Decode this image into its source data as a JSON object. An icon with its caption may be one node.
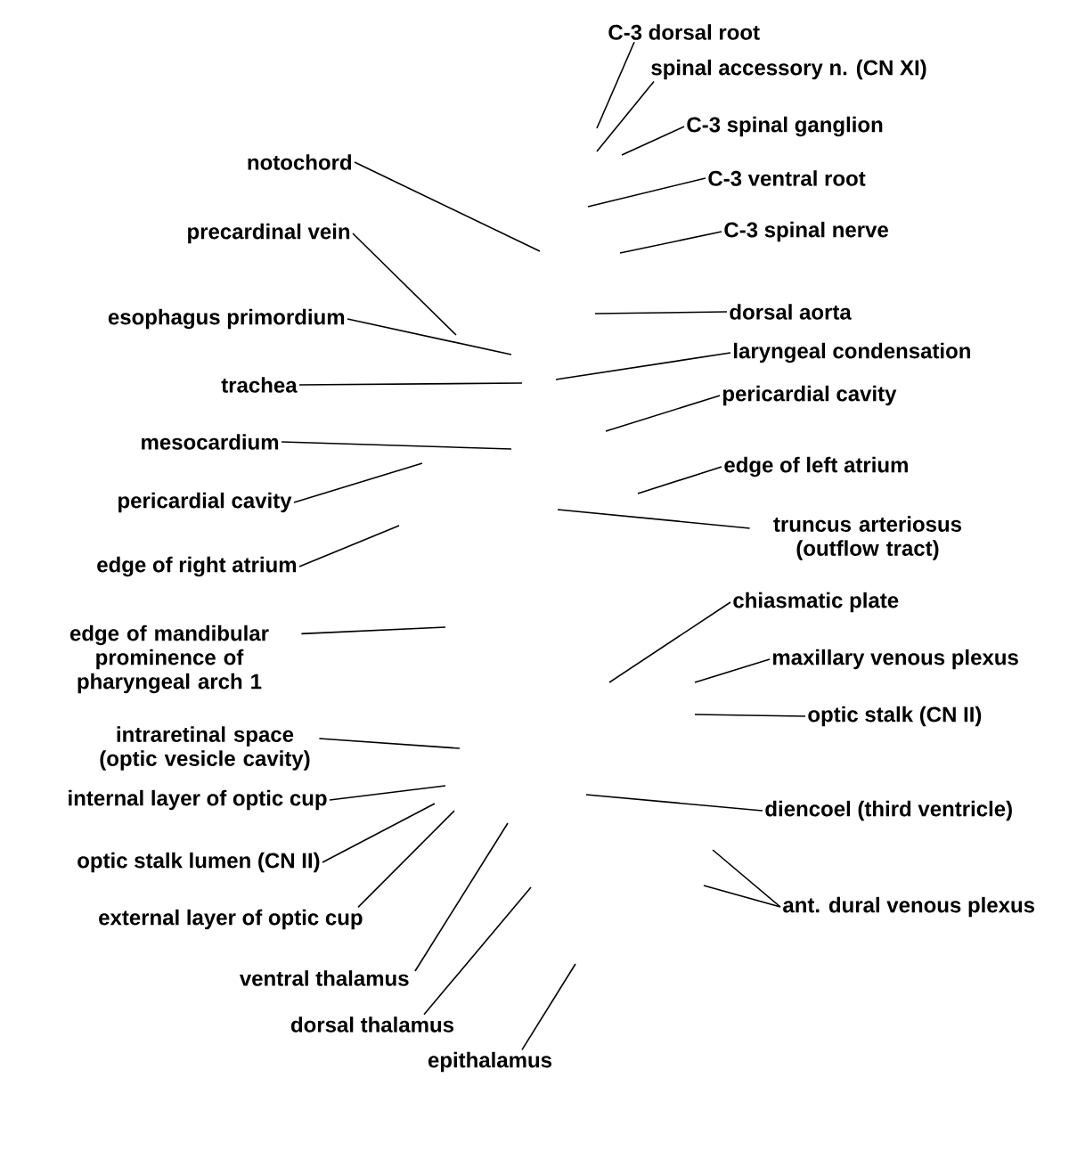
{
  "diagram": {
    "nodes": [
      {
        "text": [
          "C-3 dorsal root"
        ]
      },
      {
        "text": [
          "spinal accessory n. (CN XI)"
        ]
      },
      {
        "text": [
          "C-3 spinal ganglion"
        ]
      },
      {
        "text": [
          "notochord"
        ]
      },
      {
        "text": [
          "C-3 ventral root"
        ]
      },
      {
        "text": [
          "precardinal vein"
        ]
      },
      {
        "text": [
          "C-3 spinal nerve"
        ]
      },
      {
        "text": [
          "dorsal aorta"
        ]
      },
      {
        "text": [
          "esophagus primordium"
        ]
      },
      {
        "text": [
          "laryngeal condensation"
        ]
      },
      {
        "text": [
          "trachea"
        ]
      },
      {
        "text": [
          "pericardial cavity"
        ]
      },
      {
        "text": [
          "mesocardium"
        ]
      },
      {
        "text": [
          "edge of left atrium"
        ]
      },
      {
        "text": [
          "pericardial cavity"
        ]
      },
      {
        "text": [
          "truncus arteriosus (outflow tract)"
        ]
      },
      {
        "text": [
          "edge of right atrium"
        ]
      },
      {
        "text": [
          "chiasmatic plate"
        ]
      },
      {
        "text": [
          "edge of mandibular prominence of pharyngeal arch 1"
        ]
      },
      {
        "text": [
          "maxillary venous plexus"
        ]
      },
      {
        "text": [
          "optic stalk (CN II)"
        ]
      },
      {
        "text": [
          "intraretinal space (optic vesicle cavity)"
        ]
      },
      {
        "text": [
          "internal layer of optic cup"
        ]
      },
      {
        "text": [
          "diencoel (third ventricle)"
        ]
      },
      {
        "text": [
          "optic stalk lumen (CN II)"
        ]
      },
      {
        "text": [
          "ant. dural venous plexus"
        ]
      },
      {
        "text": [
          "external layer of optic cup"
        ]
      },
      {
        "text": [
          "ventral thalamus"
        ]
      },
      {
        "text": [
          "dorsal thalamus"
        ]
      },
      {
        "text": [
          "epithalamus"
        ]
      }
    ],
    "edges": [
      {
        "from": 0,
        "to": null,
        "arrow": "none"
      },
      {
        "from": 1,
        "to": null,
        "arrow": "none"
      },
      {
        "from": 2,
        "to": null,
        "arrow": "none"
      },
      {
        "from": 3,
        "to": null,
        "arrow": "none"
      },
      {
        "from": 4,
        "to": null,
        "arrow": "none"
      },
      {
        "from": 5,
        "to": null,
        "arrow": "none"
      },
      {
        "from": 6,
        "to": null,
        "arrow": "none"
      },
      {
        "from": 7,
        "to": null,
        "arrow": "none"
      },
      {
        "from": 8,
        "to": null,
        "arrow": "none"
      },
      {
        "from": 9,
        "to": null,
        "arrow": "none"
      },
      {
        "from": 10,
        "to": null,
        "arrow": "none"
      },
      {
        "from": 11,
        "to": null,
        "arrow": "none"
      },
      {
        "from": 12,
        "to": null,
        "arrow": "none"
      },
      {
        "from": 13,
        "to": null,
        "arrow": "none"
      },
      {
        "from": 14,
        "to": null,
        "arrow": "none"
      },
      {
        "from": 15,
        "to": null,
        "arrow": "none"
      },
      {
        "from": 16,
        "to": null,
        "arrow": "none"
      },
      {
        "from": 17,
        "to": null,
        "arrow": "none"
      },
      {
        "from": 18,
        "to": null,
        "arrow": "none"
      },
      {
        "from": 19,
        "to": null,
        "arrow": "none"
      },
      {
        "from": 20,
        "to": null,
        "arrow": "none"
      },
      {
        "from": 21,
        "to": null,
        "arrow": "none"
      },
      {
        "from": 22,
        "to": null,
        "arrow": "none"
      },
      {
        "from": 23,
        "to": null,
        "arrow": "none"
      },
      {
        "from": 24,
        "to": null,
        "arrow": "none"
      },
      {
        "from": 25,
        "to": null,
        "arrow": "none"
      },
      {
        "from": 25,
        "to": null,
        "arrow": "none"
      },
      {
        "from": 26,
        "to": null,
        "arrow": "none"
      },
      {
        "from": 27,
        "to": null,
        "arrow": "none"
      },
      {
        "from": 28,
        "to": null,
        "arrow": "none"
      },
      {
        "from": 29,
        "to": null,
        "arrow": "none"
      }
    ]
  }
}
